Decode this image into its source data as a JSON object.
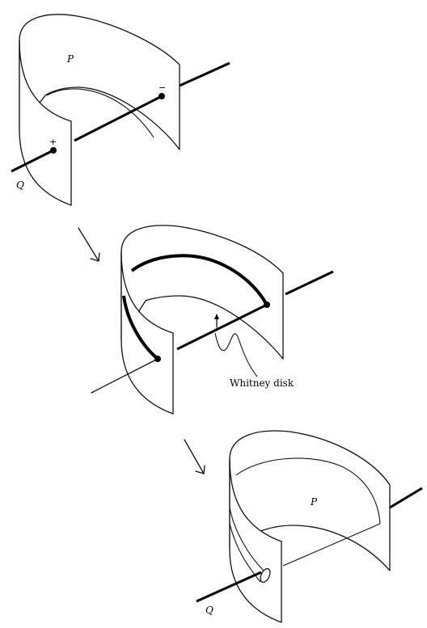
{
  "stage1": {
    "surface_label": "P",
    "axis_label": "Q",
    "plus_sign": "+",
    "minus_sign": "−"
  },
  "stage2": {
    "annotation": "Whitney disk"
  },
  "stage3": {
    "surface_label": "P",
    "axis_label": "Q"
  },
  "arrows": [
    "down-right-arrow",
    "down-right-arrow"
  ]
}
